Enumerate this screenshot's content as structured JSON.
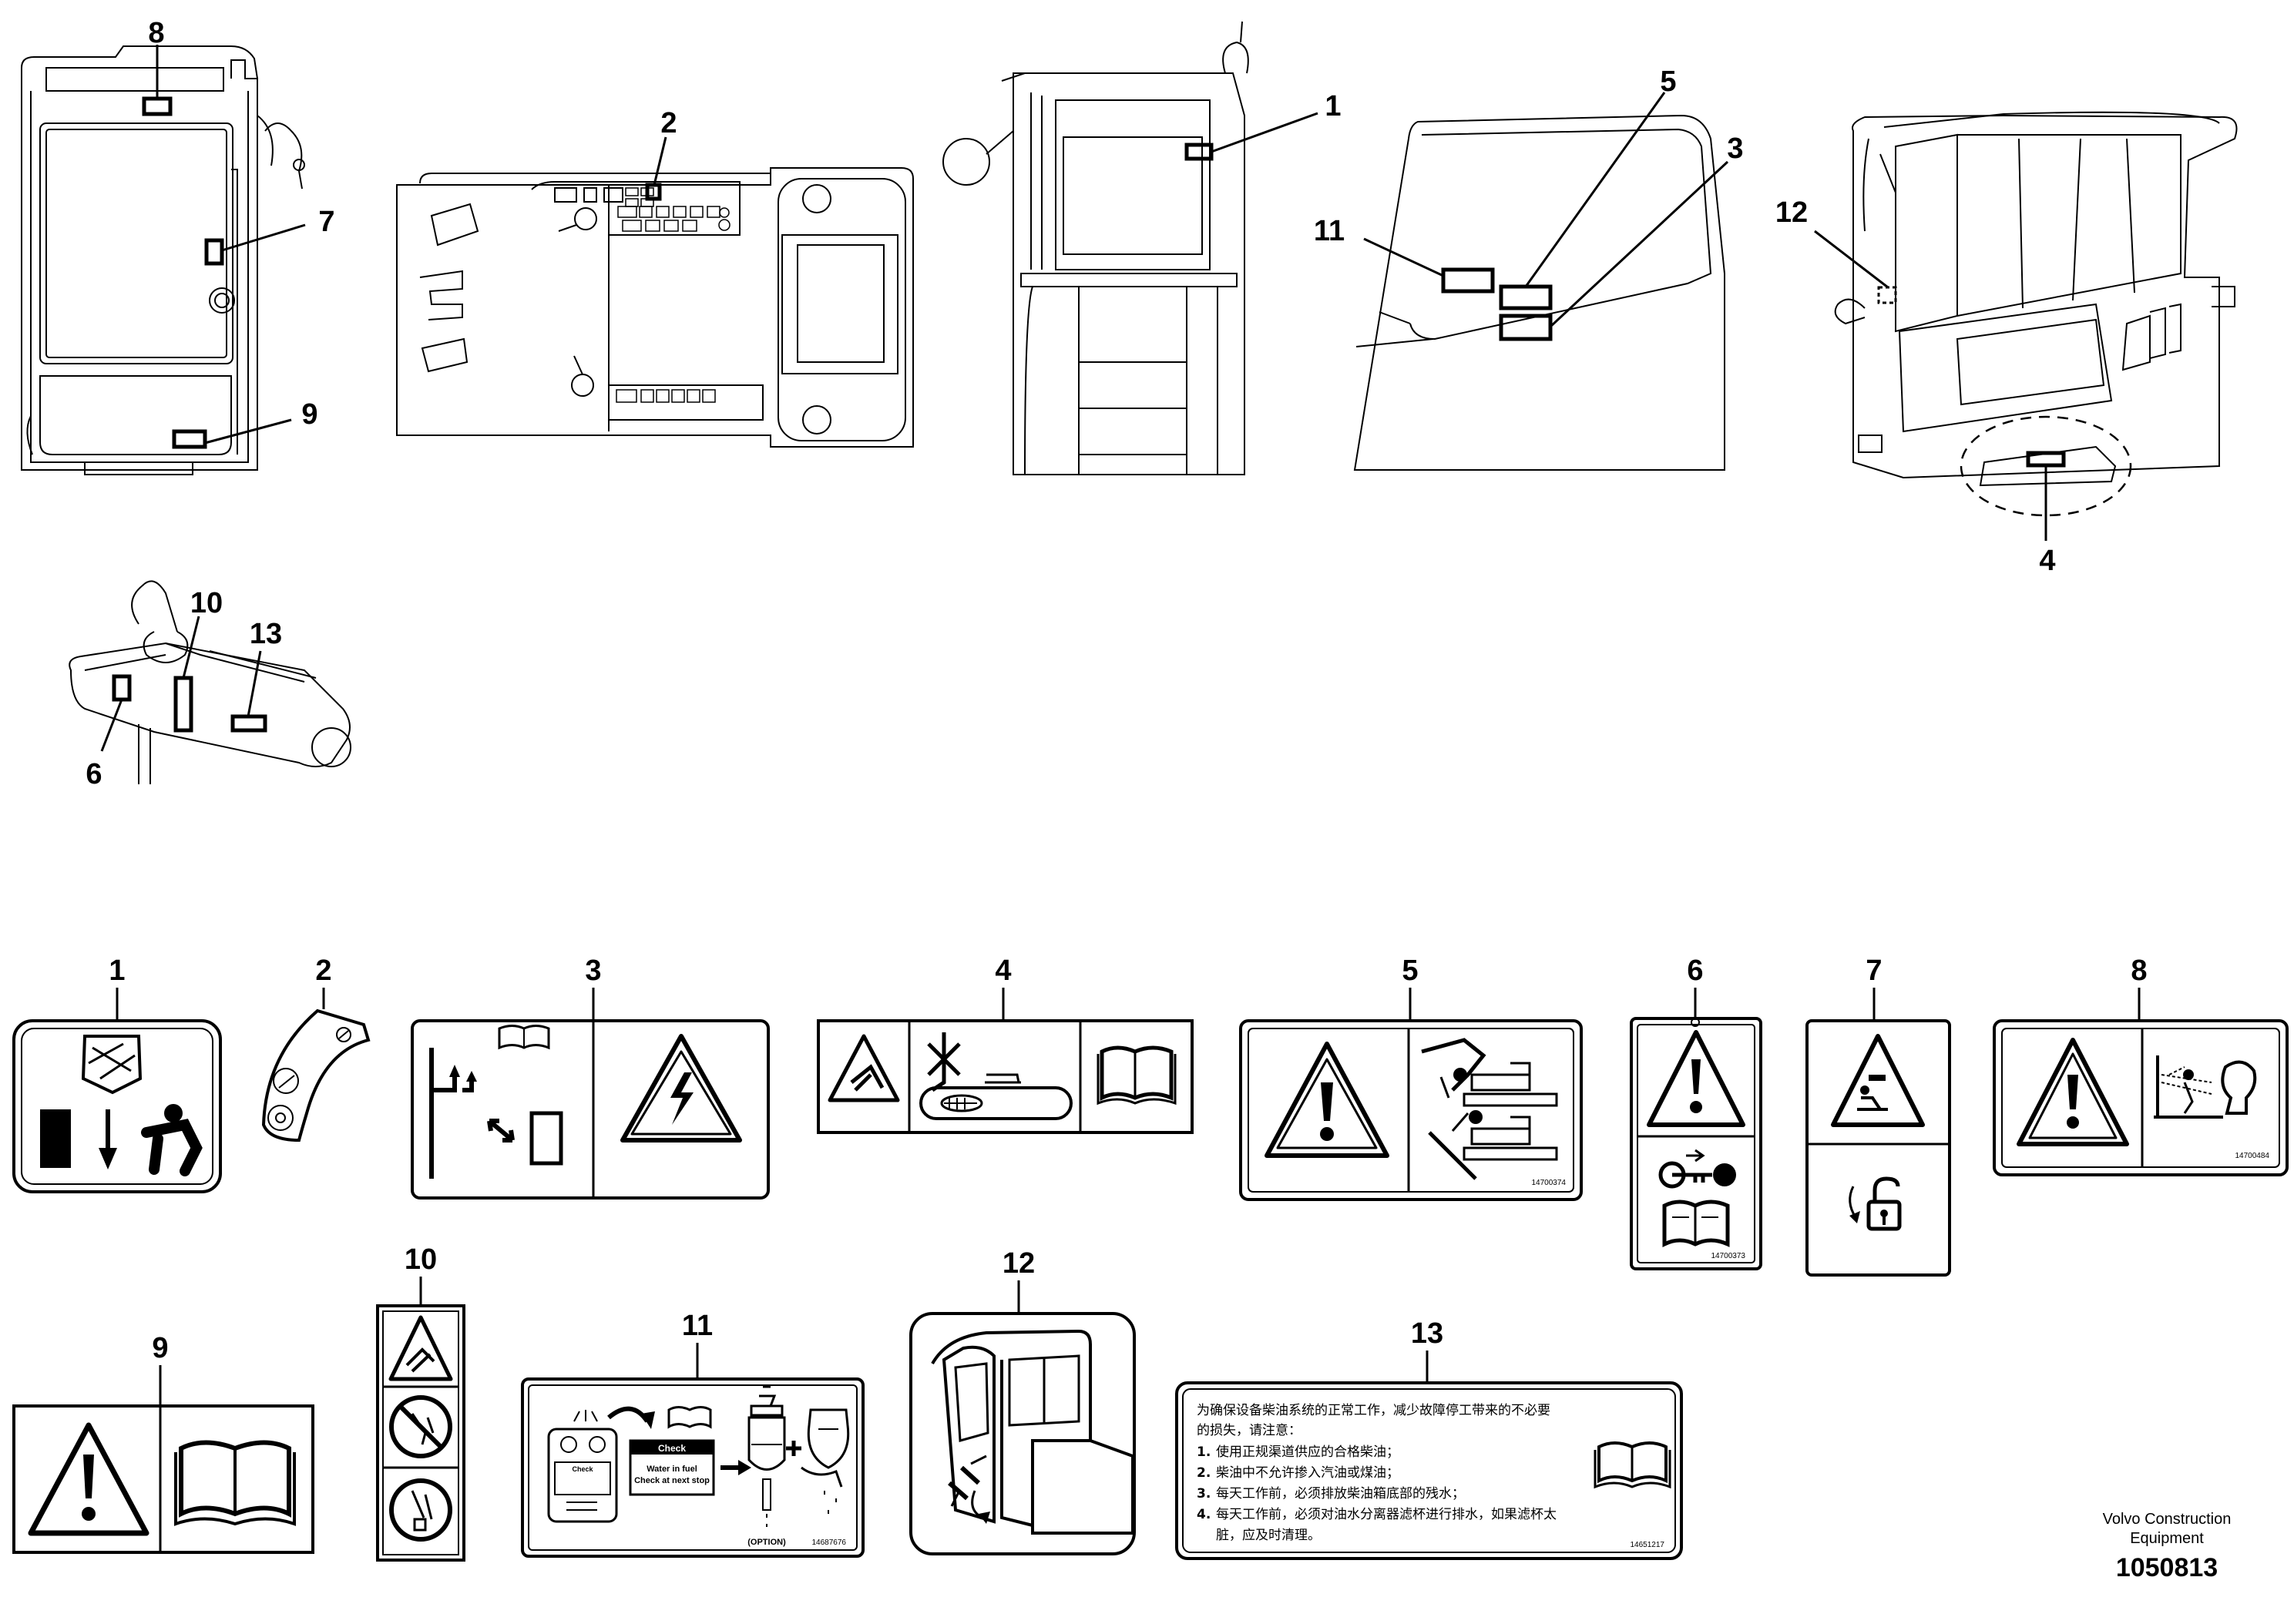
{
  "callouts": {
    "c1": "1",
    "c2": "2",
    "c3": "3",
    "c4": "4",
    "c5": "5",
    "c6": "6",
    "c7": "7",
    "c8": "8",
    "c9": "9",
    "c10": "10",
    "c11": "11",
    "c12": "12",
    "c13": "13"
  },
  "decals": {
    "d1": {
      "number": "1"
    },
    "d2": {
      "number": "2"
    },
    "d3": {
      "number": "3"
    },
    "d4": {
      "number": "4"
    },
    "d5": {
      "number": "5",
      "part_no": "14700374"
    },
    "d6": {
      "number": "6",
      "part_no": "14700373"
    },
    "d7": {
      "number": "7"
    },
    "d8": {
      "number": "8",
      "part_no": "14700484"
    },
    "d9": {
      "number": "9"
    },
    "d10": {
      "number": "10"
    },
    "d11": {
      "number": "11",
      "check_title": "Check",
      "check_line1": "Water in fuel",
      "check_line2": "Check at next stop",
      "gauge_check": "Check",
      "option": "(OPTION)",
      "part_no": "14687676"
    },
    "d12": {
      "number": "12"
    },
    "d13": {
      "number": "13",
      "line1": "为确保设备柴油系统的正常工作，减少故障停工带来的不必要",
      "line2": "的损失，请注意：",
      "item1_num": "1.",
      "item1": "使用正规渠道供应的合格柴油；",
      "item2_num": "2.",
      "item2": "柴油中不允许掺入汽油或煤油；",
      "item3_num": "3.",
      "item3": "每天工作前，必须排放柴油箱底部的残水；",
      "item4_num": "4.",
      "item4": "每天工作前，必须对油水分离器滤杯进行排水，如果滤杯太",
      "item4b": "脏，应及时清理。",
      "part_no": "14651217"
    }
  },
  "footer": {
    "company_line1": "Volvo Construction",
    "company_line2": "Equipment",
    "drawing_no": "1050813"
  }
}
